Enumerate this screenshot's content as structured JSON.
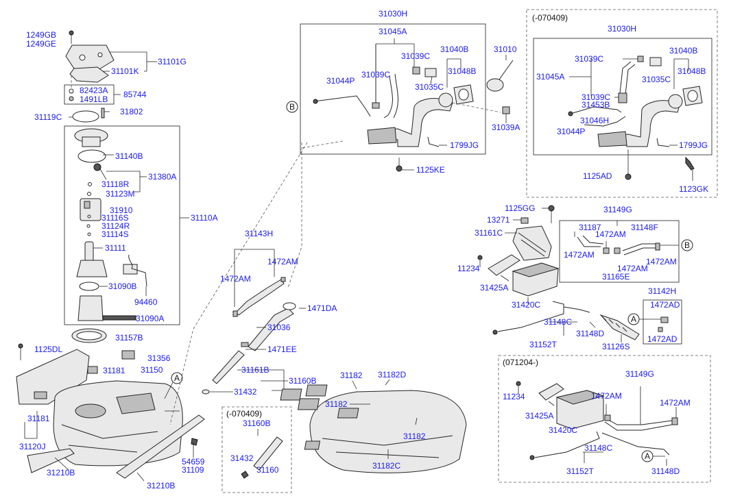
{
  "labels": {
    "p1249GB": "1249GB",
    "p1249GE": "1249GE",
    "p31101G": "31101G",
    "p31101K": "31101K",
    "p82423A": "82423A",
    "p1491LB": "1491LB",
    "p85744": "85744",
    "p31119C": "31119C",
    "p31802": "31802",
    "p31140B": "31140B",
    "p31118R": "31118R",
    "p31380A": "31380A",
    "p31123M": "31123M",
    "p31910": "31910",
    "p31116S": "31116S",
    "p31124R": "31124R",
    "p31114S": "31114S",
    "p31110A": "31110A",
    "p31111": "31111",
    "p31090B": "31090B",
    "p94460": "94460",
    "p31090A": "31090A",
    "p1125DL": "1125DL",
    "p31157B": "31157B",
    "p31356": "31356",
    "p31181a": "31181",
    "p31150": "31150",
    "p31181b": "31181",
    "p31120J": "31120J",
    "p31210Ba": "31210B",
    "p31210Bb": "31210B",
    "p54659": "54659",
    "p31109": "31109",
    "p31143H": "31143H",
    "p1472AMa": "1472AM",
    "p1472AMb": "1472AM",
    "p1471DA": "1471DA",
    "p31036": "31036",
    "p1471EE": "1471EE",
    "p31161B": "31161B",
    "p31160B": "31160B",
    "p31432": "31432",
    "box070409": "(-070409)",
    "p31160Bbox": "31160B",
    "p31432box": "31432",
    "p31160": "31160",
    "p31182a": "31182",
    "p31182D": "31182D",
    "p31182b": "31182",
    "p31182c": "31182",
    "p31182C": "31182C",
    "p31030H": "31030H",
    "p31045A": "31045A",
    "p31039Ca": "31039C",
    "p31039Cb": "31039C",
    "p31040B": "31040B",
    "p31048B": "31048B",
    "p31035C": "31035C",
    "p31044P": "31044P",
    "p1799JG": "1799JG",
    "p1125KE": "1125KE",
    "p31010": "31010",
    "p31039A": "31039A",
    "box070409r": "(-070409)",
    "r31030H": "31030H",
    "r31039C": "31039C",
    "r31040B": "31040B",
    "r31045A": "31045A",
    "r31048B": "31048B",
    "r31035C": "31035C",
    "r31039Cb": "31039C",
    "r31453B": "31453B",
    "r31046H": "31046H",
    "r31044P": "31044P",
    "r1799JG": "1799JG",
    "r1125AD": "1125AD",
    "r1123GK": "1123GK",
    "p1125GG": "1125GG",
    "p31149G": "31149G",
    "p13271": "13271",
    "p31187": "31187",
    "p31148F": "31148F",
    "p31161C": "31161C",
    "p1472AMc": "1472AM",
    "p1472AMd": "1472AM",
    "p1472AMe": "1472AM",
    "p1472AMf": "1472AM",
    "p11234": "11234",
    "p31165E": "31165E",
    "p31425A": "31425A",
    "p31420C": "31420C",
    "p31142H": "31142H",
    "p1472ADa": "1472AD",
    "p31148C": "31148C",
    "p31148D": "31148D",
    "p1472ADb": "1472AD",
    "p31152T": "31152T",
    "p31126S": "31126S",
    "box071204": "(071204-)",
    "q31149G": "31149G",
    "q11234": "11234",
    "q1472AMa": "1472AM",
    "q1472AMb": "1472AM",
    "q31425A": "31425A",
    "q31420C": "31420C",
    "q31148C": "31148C",
    "q31152T": "31152T",
    "q31148D": "31148D"
  },
  "markers": {
    "A": "A",
    "B": "B"
  },
  "colors": {
    "label": "#1a1ae6",
    "line": "#222222"
  }
}
